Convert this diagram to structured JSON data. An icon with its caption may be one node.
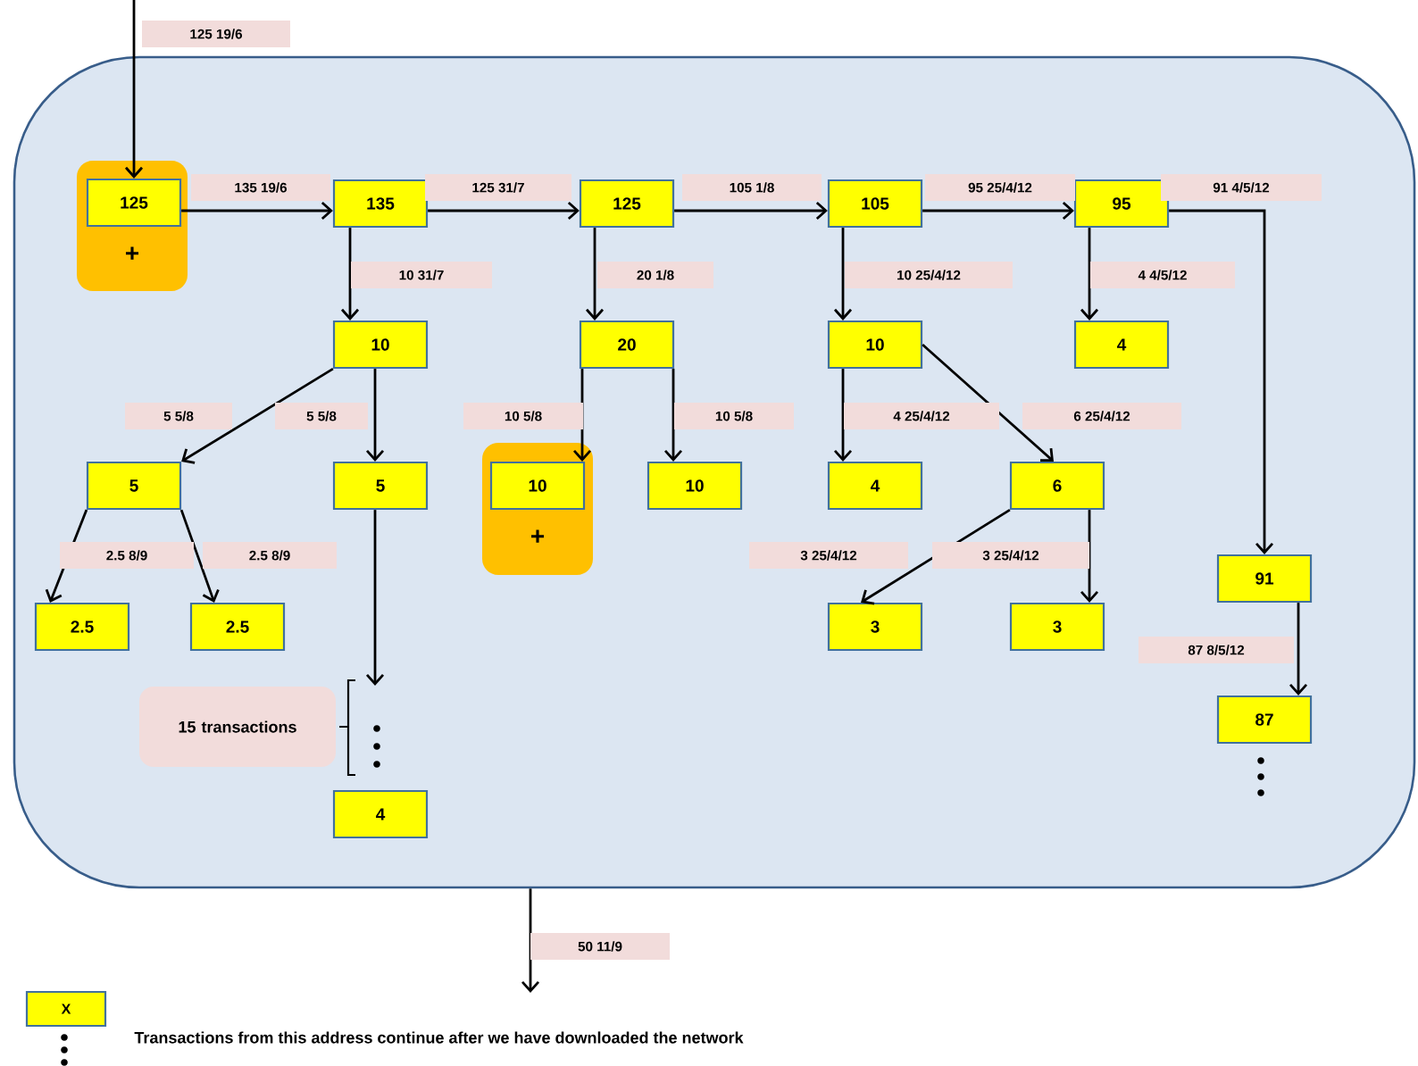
{
  "diagram": {
    "nodes": [
      {
        "text": [],
        "shape": "box"
      },
      {
        "text": [
          "+"
        ],
        "in": 0
      },
      {
        "text": [
          "125"
        ],
        "in": 1
      },
      {
        "text": [
          "135"
        ],
        "in": 0
      },
      {
        "text": [
          "125"
        ],
        "in": 0
      },
      {
        "text": [
          "105"
        ],
        "in": 0
      },
      {
        "text": [
          "95"
        ],
        "in": 0
      },
      {
        "text": [
          "10"
        ],
        "in": 0
      },
      {
        "text": [
          "20"
        ],
        "in": 0
      },
      {
        "text": [
          "10"
        ],
        "in": 0
      },
      {
        "text": [
          "4"
        ],
        "in": 0
      },
      {
        "text": [
          "5"
        ],
        "in": 0
      },
      {
        "text": [
          "5"
        ],
        "in": 0
      },
      {
        "text": [
          "+"
        ],
        "in": 0
      },
      {
        "text": [
          "10"
        ],
        "in": 13
      },
      {
        "text": [
          "10"
        ],
        "in": 0
      },
      {
        "text": [
          "4"
        ],
        "in": 0
      },
      {
        "text": [
          "6"
        ],
        "in": 0
      },
      {
        "text": [
          "2.5"
        ],
        "in": 0
      },
      {
        "text": [
          "2.5"
        ],
        "in": 0
      },
      {
        "text": [
          "3"
        ],
        "in": 0
      },
      {
        "text": [
          "3"
        ],
        "in": 0
      },
      {
        "text": [
          "91"
        ],
        "in": 0
      },
      {
        "text": [
          "87"
        ],
        "in": 0
      },
      {
        "text": [
          "15 transactions"
        ],
        "in": 0
      },
      {
        "text": [
          "4"
        ],
        "in": 0
      },
      {
        "text": [
          "X"
        ]
      }
    ],
    "edges": [
      {
        "from": null,
        "to": 2,
        "arrow": "to",
        "label": "125 19/6"
      },
      {
        "from": 2,
        "to": 3,
        "arrow": "to",
        "label": "135 19/6"
      },
      {
        "from": 3,
        "to": 4,
        "arrow": "to",
        "label": "125 31/7"
      },
      {
        "from": 4,
        "to": 5,
        "arrow": "to",
        "label": "105 1/8"
      },
      {
        "from": 5,
        "to": 6,
        "arrow": "to",
        "label": "95 25/4/12"
      },
      {
        "from": 6,
        "to": 22,
        "arrow": "to",
        "label": "91 4/5/12"
      },
      {
        "from": 3,
        "to": 7,
        "arrow": "to",
        "label": "10 31/7"
      },
      {
        "from": 4,
        "to": 8,
        "arrow": "to",
        "label": "20 1/8"
      },
      {
        "from": 5,
        "to": 9,
        "arrow": "to",
        "label": "10 25/4/12"
      },
      {
        "from": 6,
        "to": 10,
        "arrow": "to",
        "label": "4 4/5/12"
      },
      {
        "from": 7,
        "to": 11,
        "arrow": "to",
        "label": "5 5/8"
      },
      {
        "from": 7,
        "to": 12,
        "arrow": "to",
        "label": "5 5/8"
      },
      {
        "from": 8,
        "to": 14,
        "arrow": "to",
        "label": "10 5/8"
      },
      {
        "from": 8,
        "to": 15,
        "arrow": "to",
        "label": "10 5/8"
      },
      {
        "from": 9,
        "to": 16,
        "arrow": "to",
        "label": "4 25/4/12"
      },
      {
        "from": 9,
        "to": 17,
        "arrow": "to",
        "label": "6 25/4/12"
      },
      {
        "from": 11,
        "to": 18,
        "arrow": "to",
        "label": "2.5 8/9"
      },
      {
        "from": 11,
        "to": 19,
        "arrow": "to",
        "label": "2.5 8/9"
      },
      {
        "from": 17,
        "to": 20,
        "arrow": "to",
        "label": "3 25/4/12"
      },
      {
        "from": 17,
        "to": 21,
        "arrow": "to",
        "label": "3 25/4/12"
      },
      {
        "from": 22,
        "to": 23,
        "arrow": "to",
        "label": "87 8/5/12"
      },
      {
        "from": 12,
        "to": null,
        "arrow": "to"
      },
      {
        "from": 0,
        "to": null,
        "arrow": "to",
        "label": "50 11/9"
      }
    ],
    "labels": [
      "Transactions from this address continue after we have downloaded the network"
    ]
  }
}
